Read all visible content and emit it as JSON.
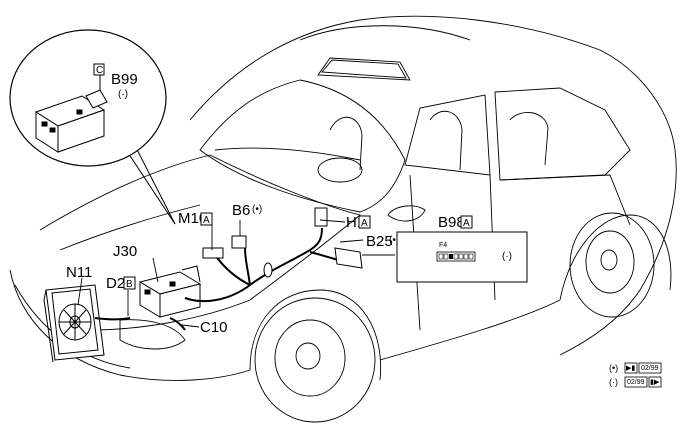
{
  "inset": {
    "code": "C",
    "label": "B99",
    "mark": "(·)"
  },
  "labels": {
    "m10": {
      "text": "M10",
      "code": "A"
    },
    "b6": {
      "text": "B6",
      "mark": "(•)"
    },
    "h1": {
      "text": "H1",
      "code": "A"
    },
    "j30": {
      "text": "J30"
    },
    "b25": {
      "text": "B25",
      "mark": "(•)"
    },
    "b98": {
      "text": "B98",
      "code": "A"
    },
    "n11": {
      "text": "N11"
    },
    "d2": {
      "text": "D2",
      "code": "B"
    },
    "c10": {
      "text": "C10"
    }
  },
  "fuse_panel": {
    "title": "F4",
    "mark": "(·)"
  },
  "legend": [
    {
      "symbol": "(•)",
      "arrow": "▶▮",
      "date": "02/99"
    },
    {
      "symbol": "(·)",
      "arrow": "▮▶",
      "date": "02/99"
    }
  ]
}
